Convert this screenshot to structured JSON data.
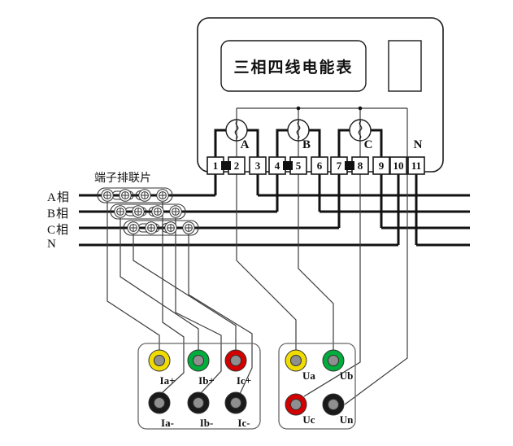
{
  "meter": {
    "title": "三相四线电能表",
    "element_labels": {
      "a": "A",
      "b": "B",
      "c": "C",
      "n": "N"
    },
    "terminals": [
      "1",
      "2",
      "3",
      "4",
      "5",
      "6",
      "7",
      "8",
      "9",
      "10",
      "11"
    ]
  },
  "bus_labels": {
    "a": "A相",
    "b": "B相",
    "c": "C相",
    "n": "N"
  },
  "strip_label": "端子排联片",
  "current_box": {
    "ia_plus": "Ia+",
    "ib_plus": "Ib+",
    "ic_plus": "Ic+",
    "ia_minus": "Ia-",
    "ib_minus": "Ib-",
    "ic_minus": "Ic-"
  },
  "voltage_box": {
    "ua": "Ua",
    "ub": "Ub",
    "uc": "Uc",
    "un": "Un"
  },
  "colors": {
    "yellow": "#f0dc00",
    "green": "#00ad3c",
    "red": "#d40000",
    "black": "#1a1a1a",
    "center_gray": "#8f8f8f",
    "line": "#111111",
    "wire": "#3c3c3c"
  }
}
